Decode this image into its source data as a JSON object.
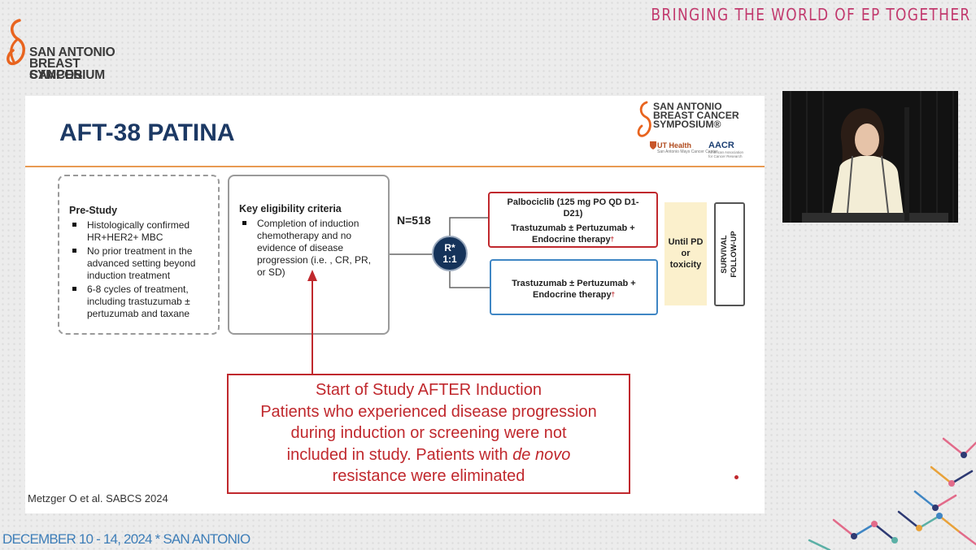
{
  "header": {
    "logo_lines": [
      "SAN ANTONIO",
      "BREAST CANCER",
      "SYMPOSIUM"
    ],
    "logo_reg": "®",
    "tagline": "BRINGING THE WORLD OF EP TOGETHER"
  },
  "slide": {
    "title": "AFT-38 PATINA",
    "logo_lines": [
      "SAN ANTONIO",
      "BREAST CANCER",
      "SYMPOSIUM®"
    ],
    "partner1": "UT Health",
    "partner1_sub": "San Antonio Mays Cancer Center",
    "partner2": "AACR",
    "partner2_sub": "American Association for Cancer Research",
    "prestudy": {
      "heading": "Pre-Study",
      "bullets": [
        "Histologically confirmed HR+HER2+ MBC",
        "No prior treatment in the advanced setting beyond induction treatment",
        "6-8 cycles of treatment, including trastuzumab ± pertuzumab and taxane"
      ]
    },
    "eligibility": {
      "heading": "Key eligibility criteria",
      "bullets": [
        "Completion of  induction chemotherapy and no evidence of disease progression (i.e. , CR, PR, or SD)"
      ]
    },
    "n_label": "N=518",
    "randomization": {
      "line1": "R*",
      "line2": "1:1"
    },
    "arm1": {
      "line1": "Palbociclib (125 mg PO QD D1-",
      "line2": "D21)",
      "line3": "Trastuzumab ± Pertuzumab +",
      "line4": "Endocrine therapy",
      "mark": "†"
    },
    "arm2": {
      "line1": "Trastuzumab ± Pertuzumab +",
      "line2": "Endocrine therapy",
      "mark": "†"
    },
    "until": {
      "line1": "Until PD",
      "line2": "or",
      "line3": "toxicity"
    },
    "survival": {
      "line1": "SURVIVAL",
      "line2": "FOLLOW-UP"
    },
    "callout": {
      "line1": "Start of Study AFTER Induction",
      "line2": "Patients who experienced disease progression",
      "line3": "during induction or screening were not",
      "line4_prefix": "included in study. Patients with ",
      "line4_italic": "de novo",
      "line5": "resistance were eliminated"
    },
    "citation": "Metzger O et al. SABCS 2024",
    "colors": {
      "title": "#1c3964",
      "rule": "#e89a52",
      "arm1_border": "#c0282d",
      "arm2_border": "#3f86c4",
      "callout": "#c0282d"
    }
  },
  "footer": {
    "date": "DECEMBER 10 - 14, 2024 * SAN ANTONIO"
  }
}
